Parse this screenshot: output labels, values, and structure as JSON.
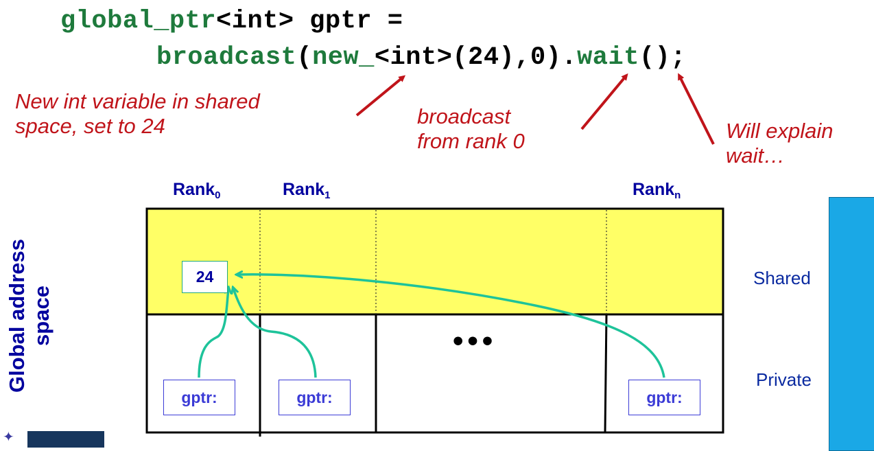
{
  "code": {
    "line1_prefix": "global_ptr",
    "line1_type": "<int>",
    "line1_rest": " gptr =",
    "line2_call": "broadcast",
    "line2_open": "(",
    "line2_new": "new_",
    "line2_newtype": "<int>",
    "line2_args": "(24),0)",
    "line2_dot": ".",
    "line2_wait": "wait",
    "line2_end": "();"
  },
  "notes": {
    "new_int_line1": "New int variable in shared",
    "new_int_line2": "space, set to 24",
    "broadcast_line1": "broadcast",
    "broadcast_line2": "from rank 0",
    "wait_line1": "Will explain",
    "wait_line2": "wait…"
  },
  "ranks": {
    "rank": "Rank",
    "sub0": "0",
    "sub1": "1",
    "subn": "n"
  },
  "axis_label_line1": "Global address",
  "axis_label_line2": "space",
  "side_labels": {
    "shared": "Shared",
    "private": "Private"
  },
  "shared_value": "24",
  "gptr_label": "gptr:",
  "ellipsis": "•••",
  "colors": {
    "code_green": "#1e7a3c",
    "note_red": "#c0141a",
    "rank_blue": "#00009e",
    "shared_yellow": "#ffff66",
    "arrow_teal": "#1ec39a",
    "side_blue": "#1aa8e6"
  }
}
